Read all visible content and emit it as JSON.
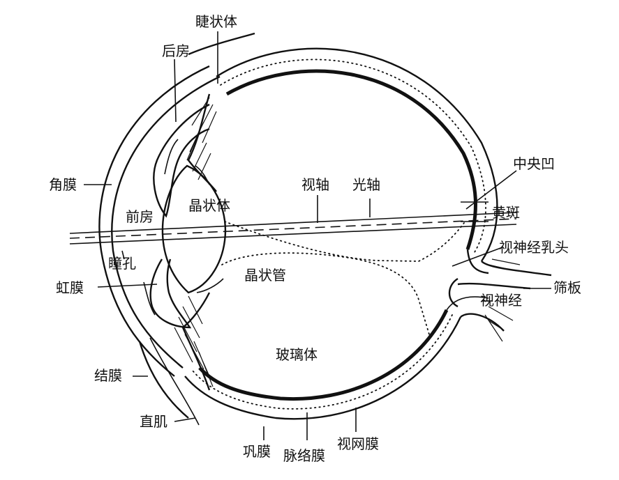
{
  "labels": {
    "ciliary_body": "睫状体",
    "posterior_chamber": "后房",
    "cornea": "角膜",
    "anterior_chamber": "前房",
    "lens": "晶状体",
    "pupil": "瞳孔",
    "iris": "虹膜",
    "conjunctiva": "结膜",
    "rectus_muscle": "直肌",
    "visual_axis": "视轴",
    "optical_axis": "光轴",
    "fovea": "中央凹",
    "macula": "黄斑",
    "optic_disc": "视神经乳头",
    "lamina_cribrosa": "筛板",
    "optic_nerve": "视神经",
    "hyaloid_canal": "晶状管",
    "vitreous_body": "玻璃体",
    "sclera": "巩膜",
    "choroid": "脉络膜",
    "retina": "视网膜"
  }
}
